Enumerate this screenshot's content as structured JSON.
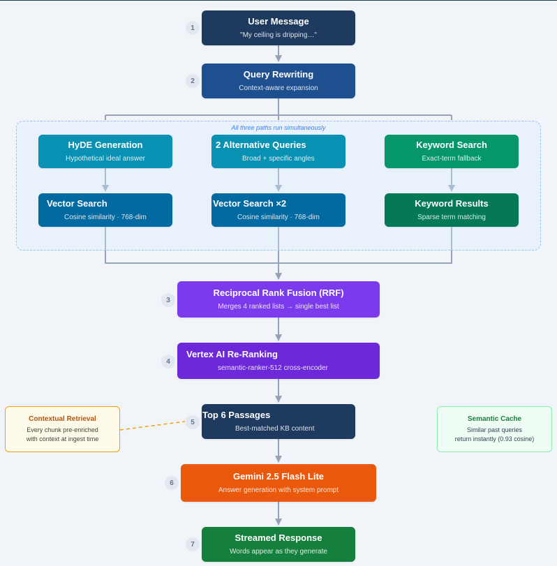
{
  "steps": {
    "s1": {
      "num": "1",
      "title": "User Message",
      "sub": "\"My ceiling is dripping…\""
    },
    "s2": {
      "num": "2",
      "title": "Query Rewriting",
      "sub": "Context-aware expansion"
    },
    "s3": {
      "num": "3",
      "title": "Reciprocal Rank Fusion (RRF)",
      "sub": "Merges 4 ranked lists → single best list"
    },
    "s4": {
      "num": "4",
      "title": "Vertex AI Re-Ranking",
      "sub": "semantic-ranker-512 cross-encoder"
    },
    "s5": {
      "num": "5",
      "title": "Top 6 Passages",
      "sub": "Best-matched KB content"
    },
    "s6": {
      "num": "6",
      "title": "Gemini 2.5 Flash Lite",
      "sub": "Answer generation with system prompt"
    },
    "s7": {
      "num": "7",
      "title": "Streamed Response",
      "sub": "Words appear as they generate"
    }
  },
  "parallel": {
    "label": "All three paths run simultaneously",
    "hyde": {
      "title": "HyDE Generation",
      "sub": "Hypothetical ideal answer"
    },
    "alt": {
      "title": "2 Alternative Queries",
      "sub": "Broad + specific angles"
    },
    "kw": {
      "title": "Keyword Search",
      "sub": "Exact-term fallback"
    },
    "vs1": {
      "title": "Vector Search",
      "sub": "Cosine similarity · 768-dim"
    },
    "vs2": {
      "title": "Vector Search ×2",
      "sub": "Cosine similarity · 768-dim"
    },
    "kwr": {
      "title": "Keyword Results",
      "sub": "Sparse term matching"
    }
  },
  "notes": {
    "contextual": {
      "title": "Contextual Retrieval",
      "line1": "Every chunk pre-enriched",
      "line2": "with context at ingest time"
    },
    "cache": {
      "title": "Semantic Cache",
      "line1": "Similar past queries",
      "line2": "return instantly (0.93 cosine)"
    }
  },
  "colors": {
    "navy": "#1e3a5f",
    "blue": "#1e4f8f",
    "cyan": "#0891b2",
    "darkblue": "#0369a1",
    "green": "#059669",
    "darkgreen": "#047857",
    "purple": "#7c3aed",
    "violet": "#6d28d9",
    "orange": "#ea580c",
    "streamgreen": "#15803d",
    "connector": "#94a3b8"
  }
}
